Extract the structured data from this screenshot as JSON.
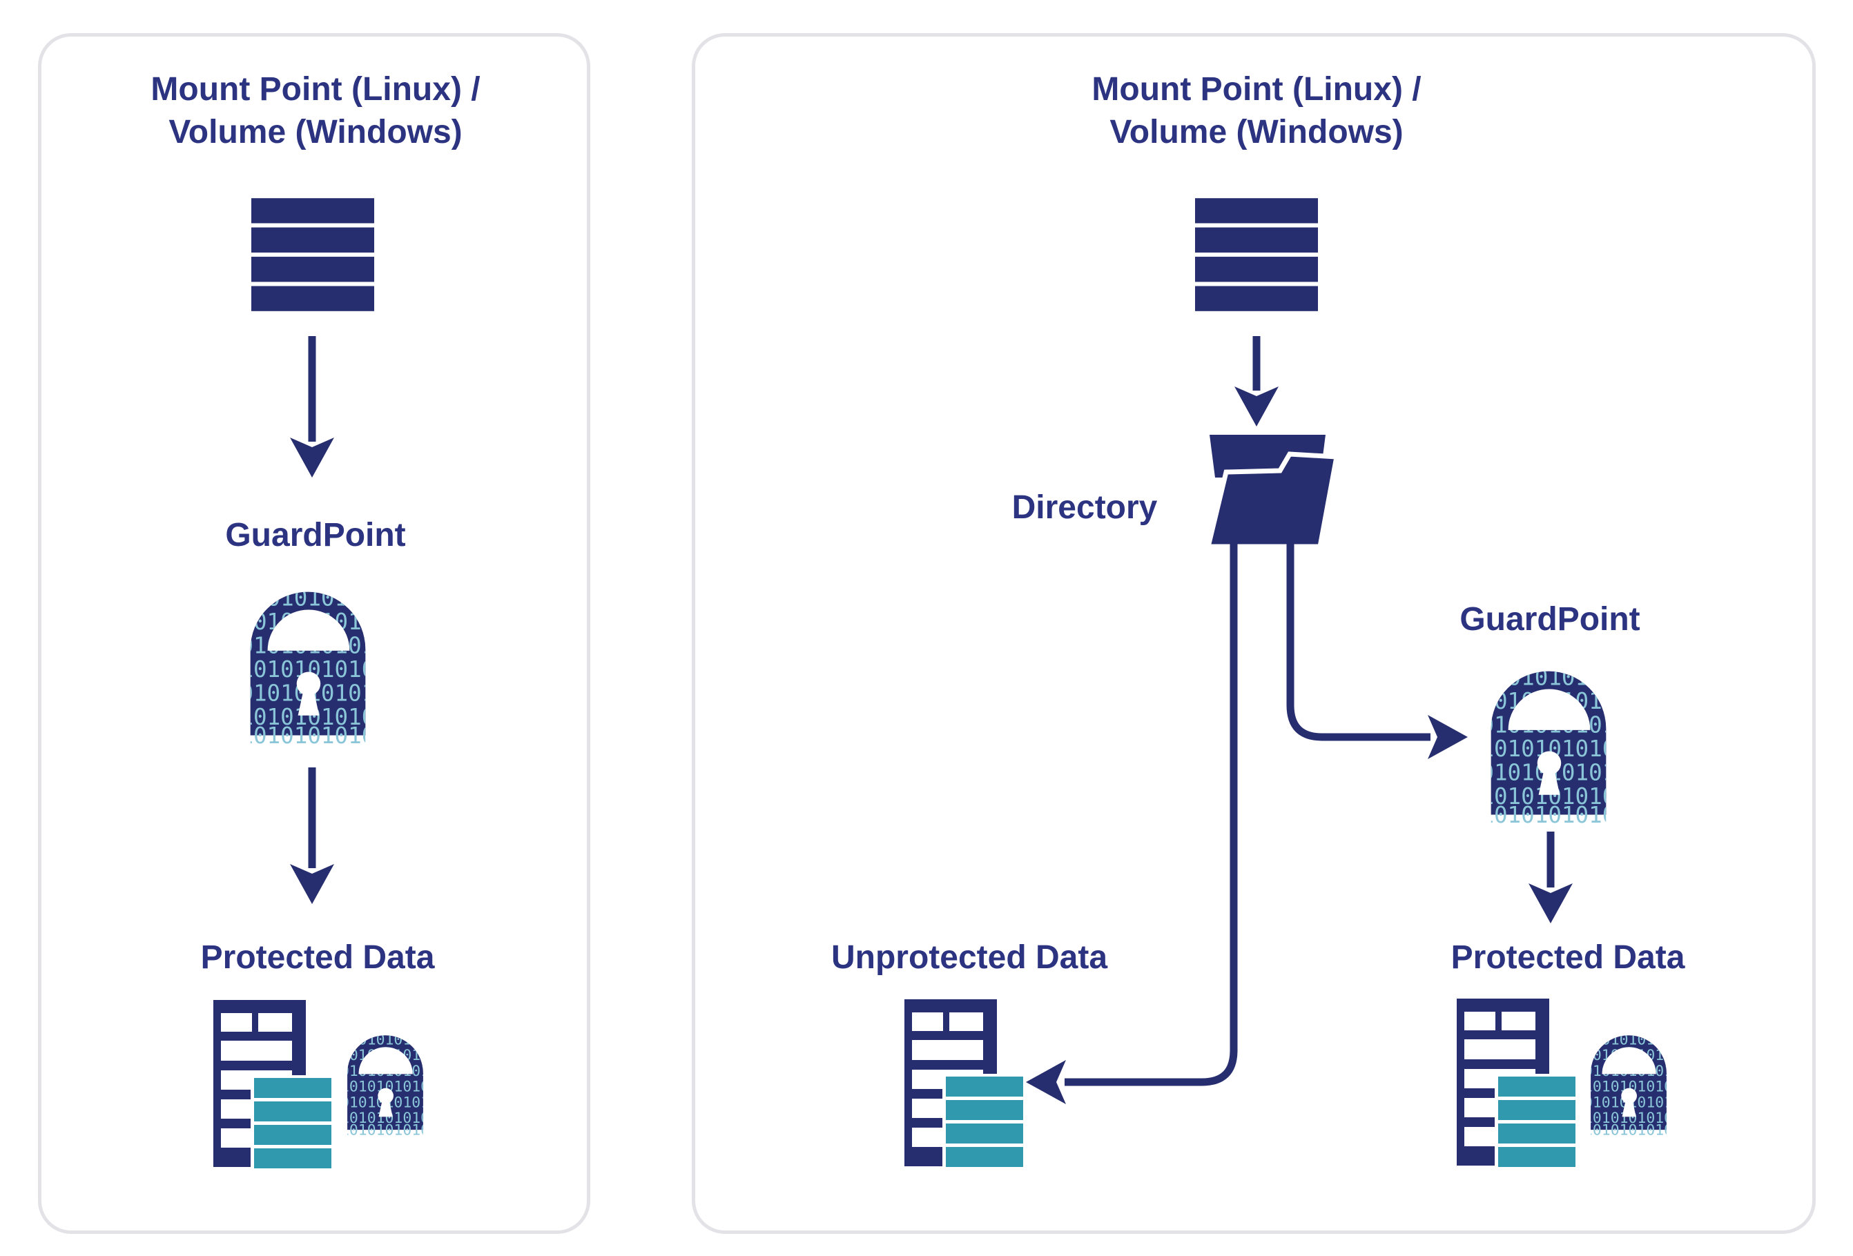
{
  "colors": {
    "navy": "#272e6f",
    "text": "#2c3481",
    "teal": "#3199ae",
    "binary": "#8ac6d8",
    "panel_border": "#e3e3e7",
    "background": "#ffffff"
  },
  "lock_rows": [
    "010101010101",
    "101010101010",
    "010101010101",
    "101010101010",
    "010101010101",
    "101010101010",
    "101010101010"
  ],
  "left_panel": {
    "title_line1": "Mount Point (Linux) /",
    "title_line2": "Volume (Windows)",
    "guardpoint_label": "GuardPoint",
    "protected_label": "Protected Data"
  },
  "right_panel": {
    "title_line1": "Mount Point (Linux) /",
    "title_line2": "Volume (Windows)",
    "directory_label": "Directory",
    "guardpoint_label": "GuardPoint",
    "unprotected_label": "Unprotected Data",
    "protected_label": "Protected Data"
  }
}
